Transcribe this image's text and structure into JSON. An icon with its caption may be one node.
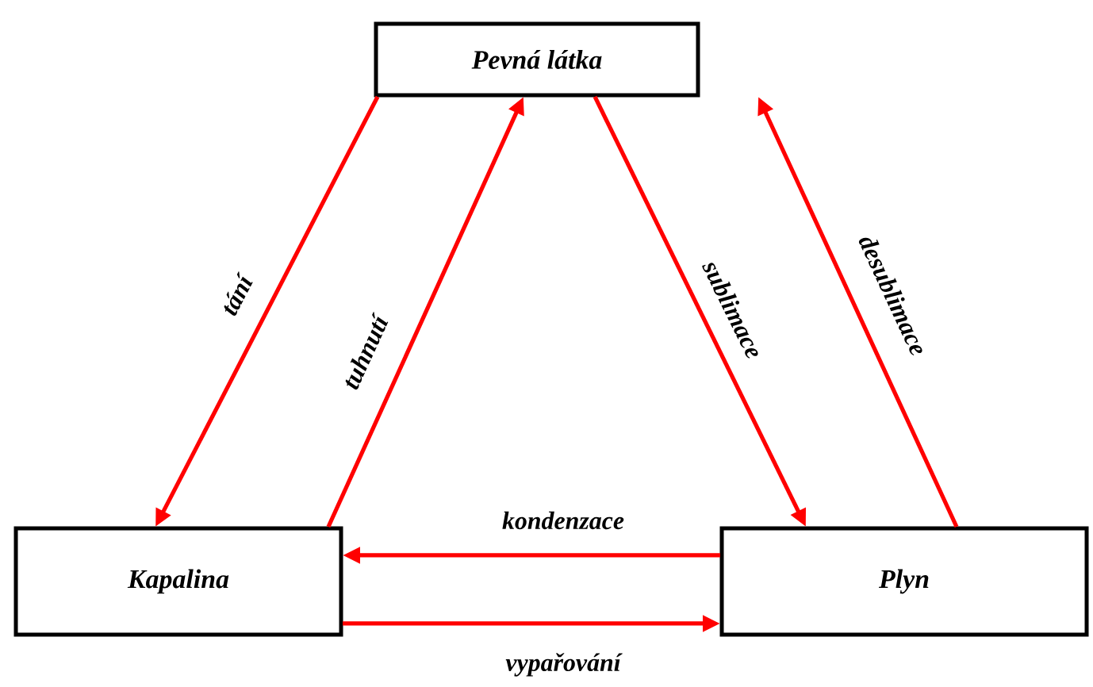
{
  "diagram": {
    "nodes": [
      {
        "text": [
          "Pevná látka"
        ]
      },
      {
        "text": [
          "Kapalina"
        ]
      },
      {
        "text": [
          "Plyn"
        ]
      }
    ],
    "edges": [
      {
        "from": 0,
        "to": 1,
        "arrow": "to",
        "label": "tání"
      },
      {
        "from": 1,
        "to": 0,
        "arrow": "to",
        "label": "tuhnutí"
      },
      {
        "from": 0,
        "to": 2,
        "arrow": "to",
        "label": "sublimace"
      },
      {
        "from": 2,
        "to": 0,
        "arrow": "to",
        "label": "desublimace"
      },
      {
        "from": 2,
        "to": 1,
        "arrow": "to",
        "label": "kondenzace"
      },
      {
        "from": 1,
        "to": 2,
        "arrow": "to",
        "label": "vypařování"
      }
    ]
  }
}
